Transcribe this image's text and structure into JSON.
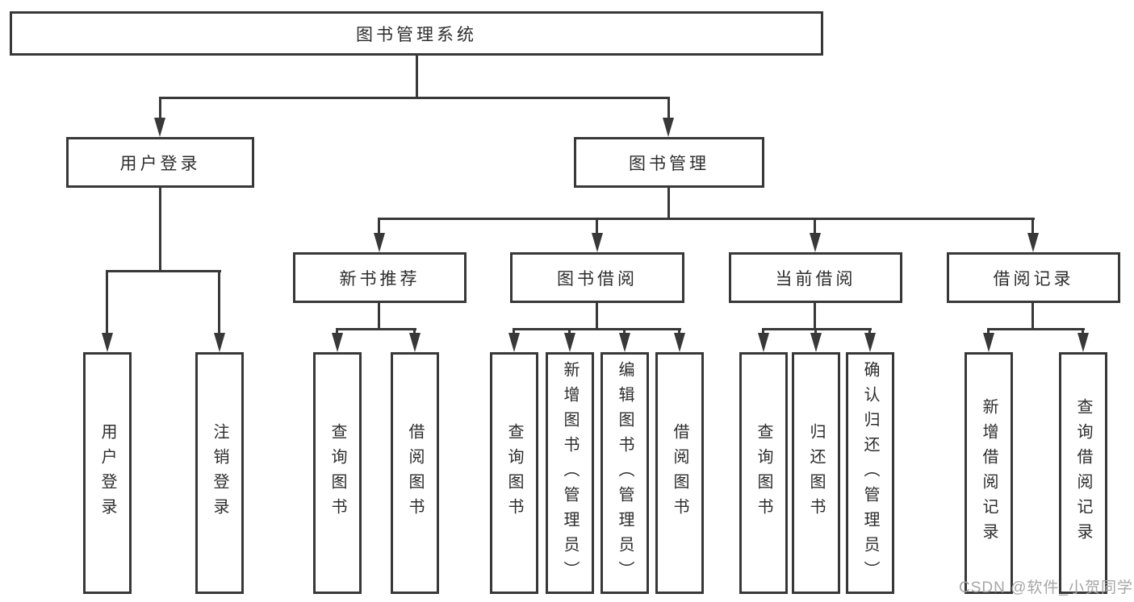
{
  "tree": {
    "root": "图书管理系统",
    "branches": [
      {
        "label": "用户登录",
        "children": [
          "用户登录",
          "注销登录"
        ]
      },
      {
        "label": "图书管理",
        "modules": [
          {
            "label": "新书推荐",
            "children": [
              "查询图书",
              "借阅图书"
            ]
          },
          {
            "label": "图书借阅",
            "children": [
              "查询图书",
              "新增图书（管理员）",
              "编辑图书（管理员）",
              "借阅图书"
            ]
          },
          {
            "label": "当前借阅",
            "children": [
              "查询图书",
              "归还图书",
              "确认归还（管理员）"
            ]
          },
          {
            "label": "借阅记录",
            "children": [
              "新增借阅记录",
              "查询借阅记录"
            ]
          }
        ]
      }
    ]
  },
  "colors": {
    "line": "#383838",
    "text": "#2d2d2d",
    "watermark": "#a6a6a6",
    "background": "#ffffff"
  },
  "watermark": {
    "text": "CSDN @软件_小贺同学"
  }
}
